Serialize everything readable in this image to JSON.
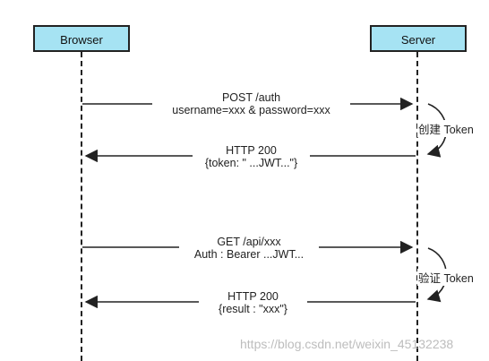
{
  "participants": {
    "browser": "Browser",
    "server": "Server"
  },
  "messages": [
    {
      "line1": "POST /auth",
      "line2": "username=xxx & password=xxx"
    },
    {
      "line1": "HTTP 200",
      "line2": "{token: \" ...JWT...\"}"
    },
    {
      "line1": "GET /api/xxx",
      "line2": "Auth : Bearer ...JWT..."
    },
    {
      "line1": "HTTP 200",
      "line2": "{result : \"xxx\"}"
    }
  ],
  "self_messages": [
    "创建 Token",
    "验证 Token"
  ],
  "watermark": "https://blog.csdn.net/weixin_45132238",
  "colors": {
    "participant_fill": "#a6e3f3",
    "line": "#222222"
  }
}
